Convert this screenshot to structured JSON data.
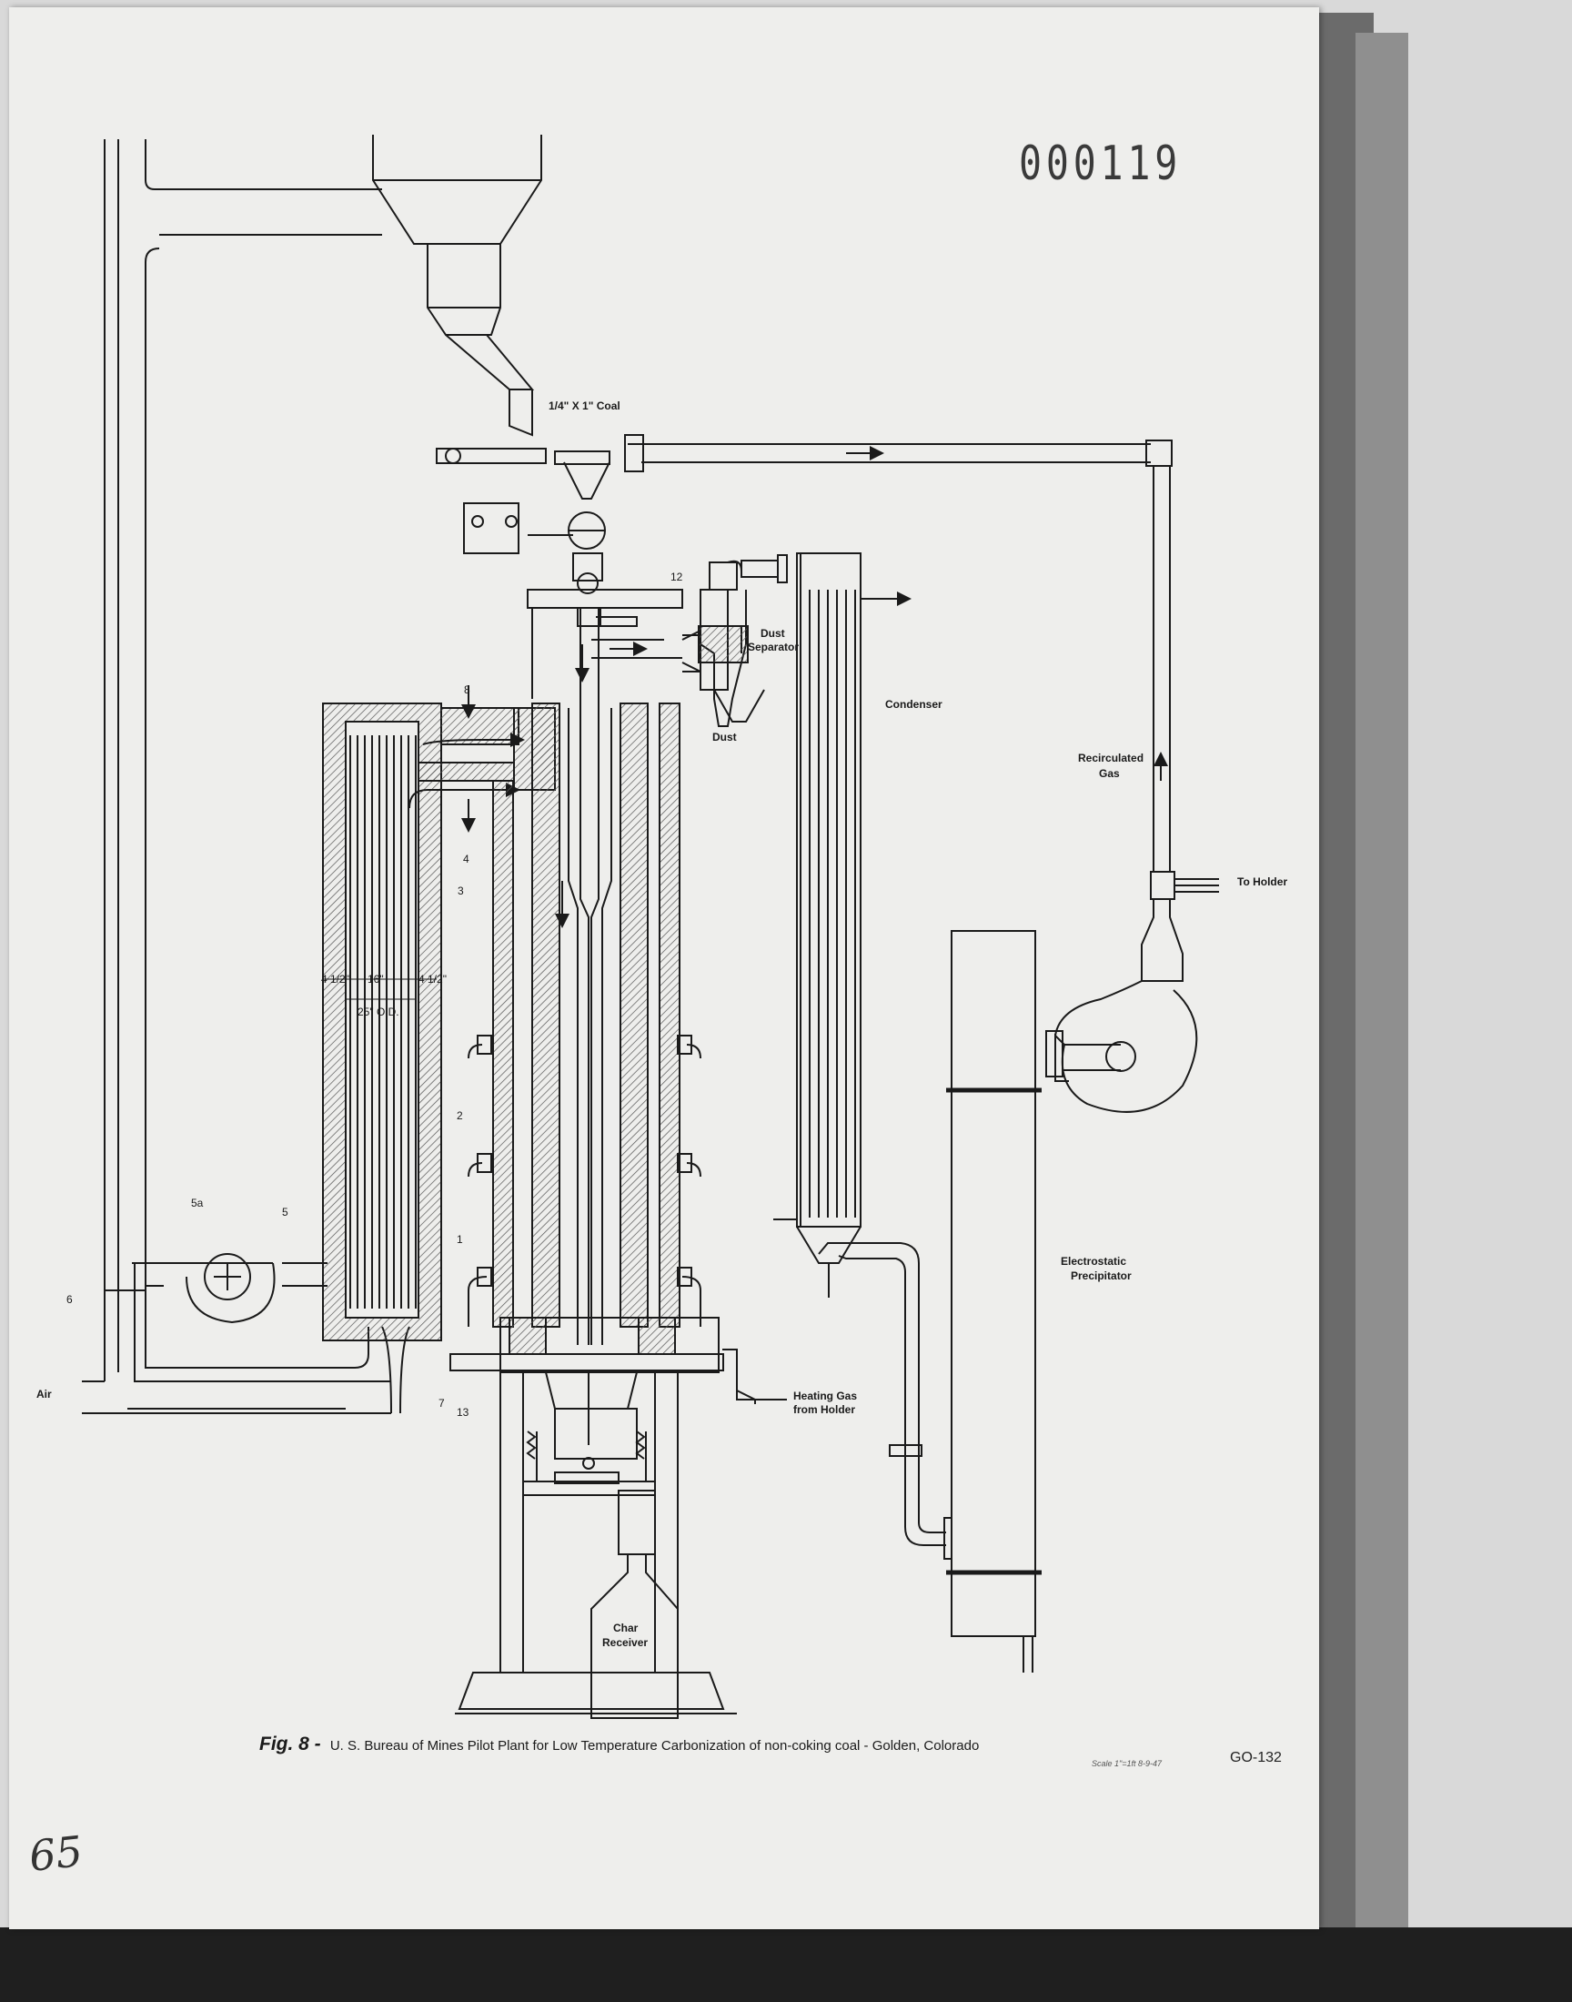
{
  "document": {
    "stamp_number": "000119",
    "page_number": "65",
    "drawing_number": "GO-132",
    "scale_note": "Scale 1\"=1ft  8-9-47"
  },
  "caption": {
    "figure_label": "Fig. 8 -",
    "text": "U. S. Bureau of Mines Pilot Plant for Low Temperature Carbonization of non-coking coal - Golden, Colorado"
  },
  "labels": {
    "coal_feed": "1/4\" X 1\" Coal",
    "dust_separator_1": "Dust",
    "dust_separator_2": "Separator",
    "dust": "Dust",
    "condenser": "Condenser",
    "recirculated_gas_1": "Recirculated",
    "recirculated_gas_2": "Gas",
    "to_holder": "To Holder",
    "electrostatic_1": "Electrostatic",
    "electrostatic_2": "Precipitator",
    "heating_gas_1": "Heating Gas",
    "heating_gas_2": "from Holder",
    "char_1": "Char",
    "char_2": "Receiver",
    "air": "Air",
    "dim_left": "4 1/2\"",
    "dim_mid": "16\"",
    "dim_right": "4 1/2\"",
    "dim_od": "25\" O.D."
  },
  "points": [
    "1",
    "2",
    "3",
    "4",
    "5",
    "5a",
    "6",
    "7",
    "8",
    "12",
    "13"
  ],
  "colors": {
    "ink": "#1a1a1a",
    "paper": "#eeeeec",
    "hatch": "#555555"
  }
}
